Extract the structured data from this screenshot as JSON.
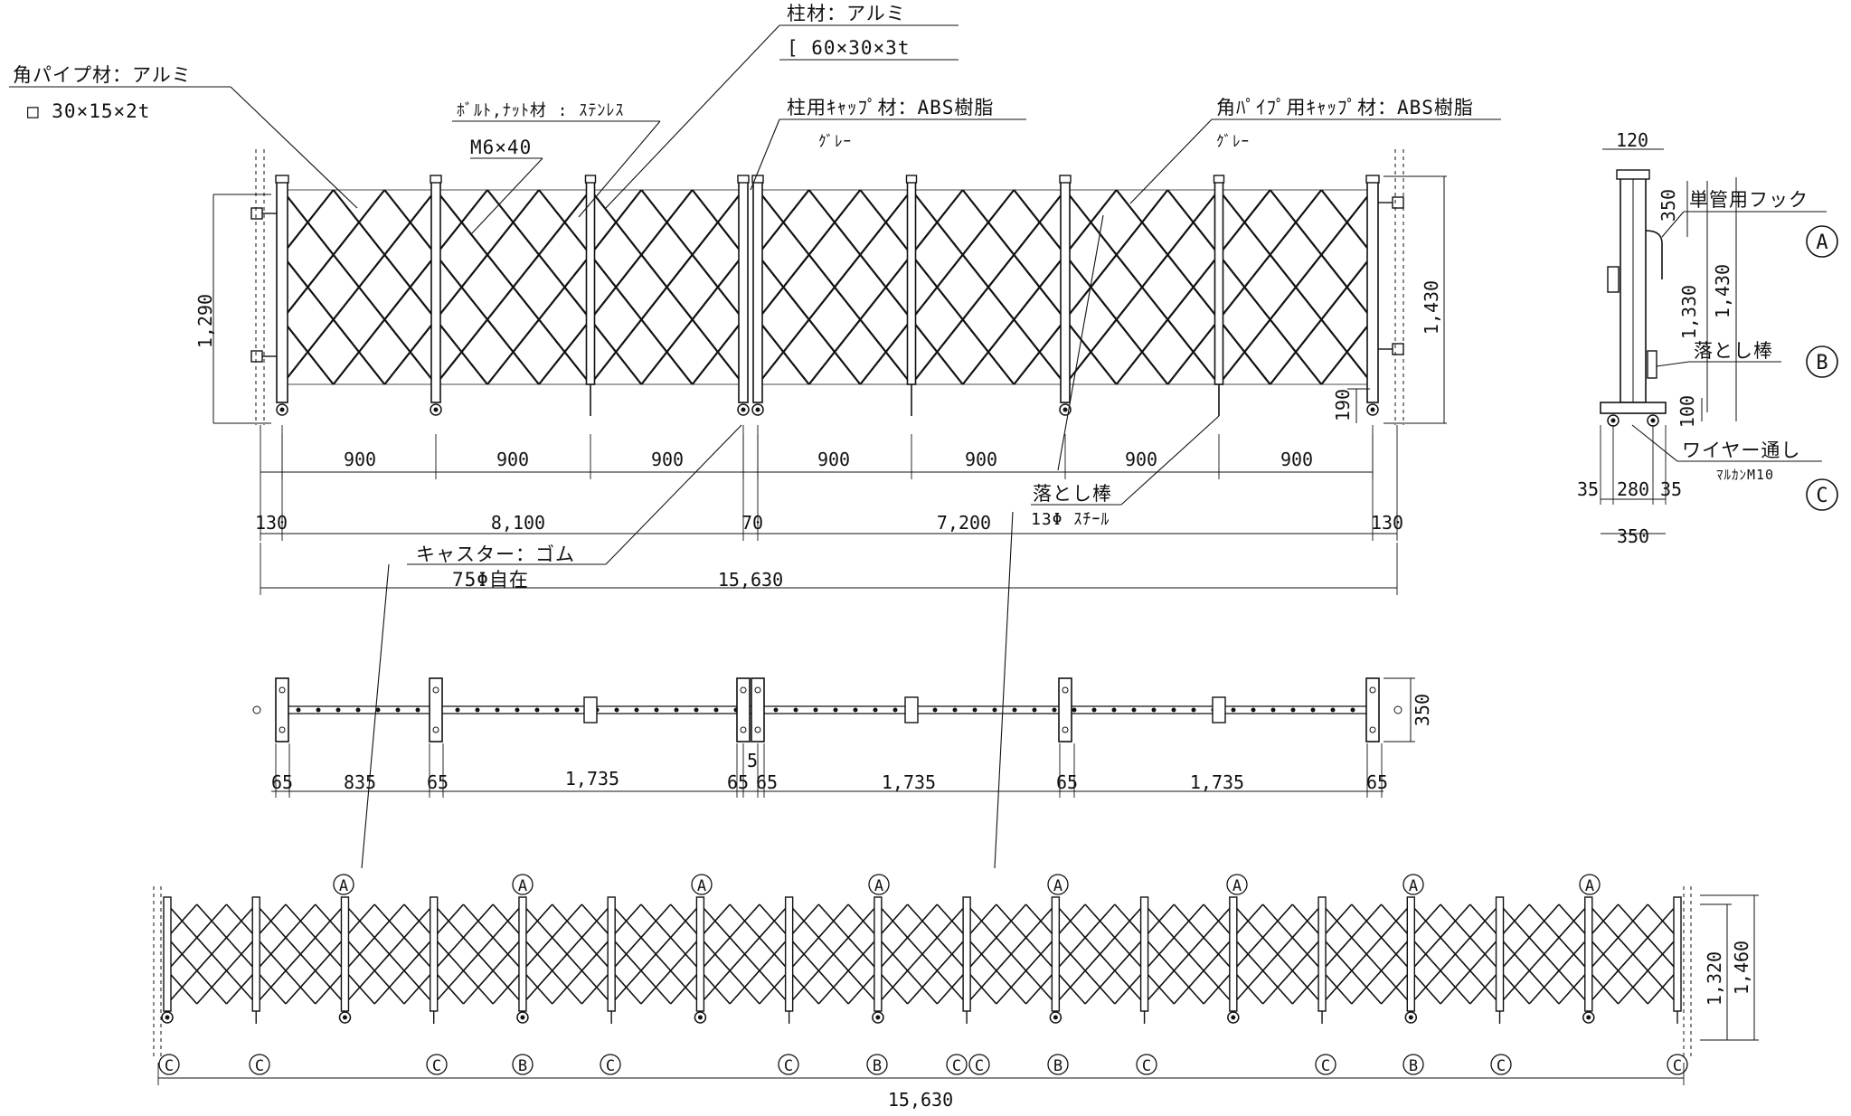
{
  "labels": {
    "kaku_pipe": "角パイプ材：アルミ",
    "kaku_pipe_size": "□ 30×15×2t",
    "bolt_nut": "ﾎﾞﾙﾄ,ﾅｯﾄ材 : ｽﾃﾝﾚｽ",
    "bolt_size": "M6×40",
    "hashira": "柱材：アルミ",
    "hashira_size": "[ 60×30×3t",
    "hashira_cap": "柱用ｷｬｯﾌﾟ材：ABS樹脂",
    "hashira_cap_color": "ｸﾞﾚｰ",
    "pipe_cap": "角ﾊﾟｲﾌﾟ用ｷｬｯﾌﾟ材：ABS樹脂",
    "pipe_cap_color": "ｸﾞﾚｰ",
    "caster": "キャスター：ゴム",
    "caster_size": "75Φ自在",
    "otoshi": "落とし棒",
    "otoshi_size": "13Φ ｽﾁｰﾙ",
    "hook": "単管用フック",
    "otoshi_side": "落とし棒",
    "wire": "ワイヤー通し",
    "marukan": "ﾏﾙｶﾝM10",
    "mark_A": "A",
    "mark_B": "B",
    "mark_C": "C"
  },
  "front_dims": {
    "spans": [
      "900",
      "900",
      "900",
      "900",
      "900",
      "900",
      "900"
    ],
    "left_end": "130",
    "left_total": "8,100",
    "center": "70",
    "right_total": "7,200",
    "right_end": "130",
    "overall": "15,630",
    "left_height": "1,290",
    "right_height": "1,430",
    "bottom_height": "190"
  },
  "side_dims": {
    "top_width": "120",
    "hook_h": "350",
    "h_1330": "1,330",
    "h_1430": "1,430",
    "h_100": "100",
    "w_35a": "35",
    "w_280": "280",
    "w_35b": "35",
    "w_350": "350"
  },
  "plan_dims": {
    "values": [
      "65",
      "835",
      "65",
      "1,735",
      "65",
      "65",
      "1,735",
      "65",
      "1,735",
      "65"
    ],
    "center_gap": "5",
    "depth": "350"
  },
  "bottom_dims": {
    "overall": "15,630",
    "h_1320": "1,320",
    "h_1460": "1,460"
  },
  "top_marks": [
    "A",
    "A",
    "A",
    "A",
    "A",
    "A",
    "A",
    "A"
  ],
  "bottom_marks": [
    "C",
    "C",
    "C",
    "B",
    "C",
    "C",
    "B",
    "C",
    "C",
    "B",
    "C",
    "C",
    "B",
    "C",
    "C"
  ]
}
